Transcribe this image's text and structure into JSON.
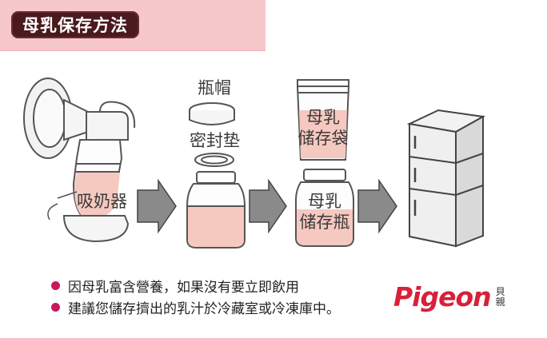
{
  "header": {
    "title": "母乳保存方法"
  },
  "steps": {
    "pump_label": "吸奶器",
    "cap_label": "瓶帽",
    "seal_label": "密封垫",
    "bag_label_line1": "母乳",
    "bag_label_line2": "储存袋",
    "bottle_label_line1": "母乳",
    "bottle_label_line2": "储存瓶"
  },
  "notes": [
    "因母乳富含營養，如果沒有要立即飲用",
    "建議您儲存擠出的乳汁於冷藏室或冷凍庫中。"
  ],
  "brand": {
    "name": "Pigeon",
    "sub_line1": "貝",
    "sub_line2": "親"
  },
  "colors": {
    "banner": "#f6c7cb",
    "title_bg": "#4a1a1f",
    "milk": "#f5c8c0",
    "arrow": "#8a8a8a",
    "bullet": "#c8195c",
    "brand": "#d8203a"
  },
  "icons": [
    "breast-pump-icon",
    "arrow-right-icon",
    "bottle-cap-icon",
    "seal-gasket-icon",
    "storage-bottle-icon",
    "storage-bag-icon",
    "refrigerator-icon"
  ]
}
